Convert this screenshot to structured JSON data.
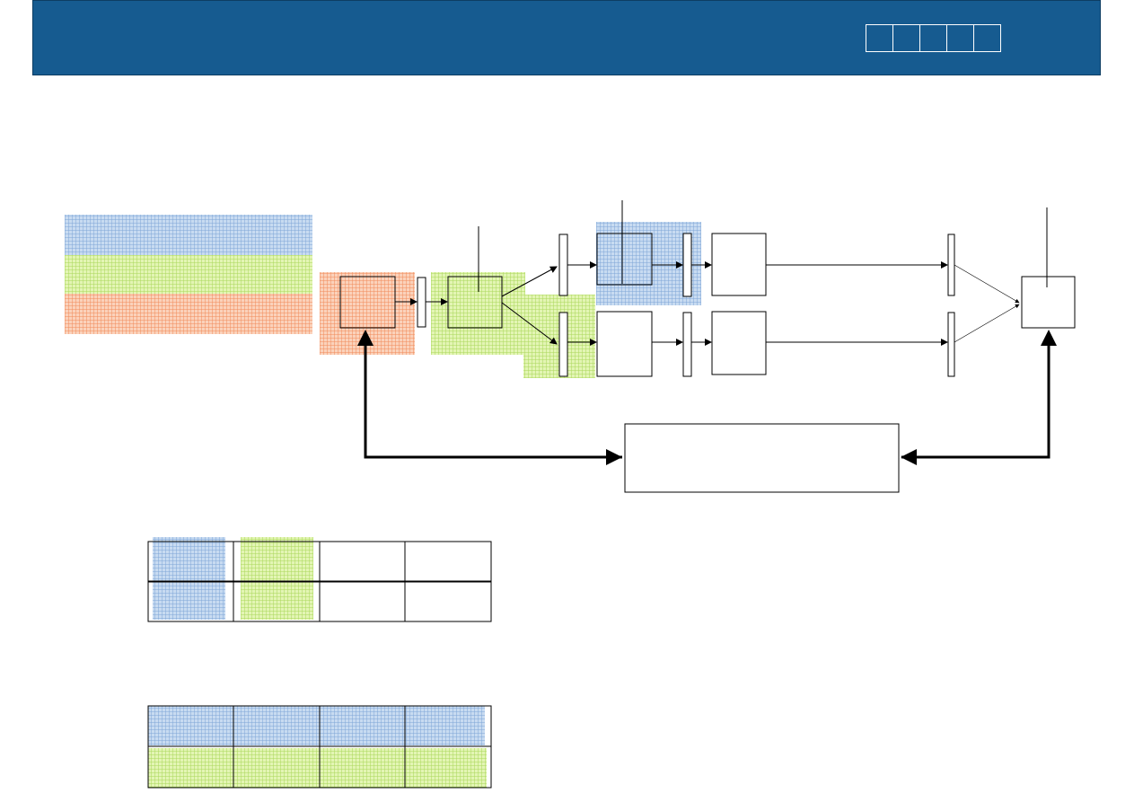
{
  "header": {
    "nav_boxes": [
      "",
      "",
      "",
      "",
      ""
    ]
  },
  "colors": {
    "header_bg": "#165b90",
    "blue_hatch": "#9dbde2",
    "green_hatch": "#c5e87a",
    "orange_hatch": "#f7a97f",
    "line": "#000000"
  },
  "diagram": {
    "legend": {
      "entries": [
        {
          "color": "blue",
          "label": ""
        },
        {
          "color": "green",
          "label": ""
        },
        {
          "color": "orange",
          "label": ""
        }
      ]
    },
    "blocks": {
      "source": "",
      "stage_a": "",
      "splitter": "",
      "upper_process": "",
      "lower_process": "",
      "upper_unit": "",
      "lower_unit": "",
      "combiner": "",
      "controller": ""
    }
  },
  "table_top": {
    "rows": [
      [
        "",
        "",
        "",
        ""
      ],
      [
        "",
        "",
        "",
        ""
      ]
    ]
  },
  "table_bottom": {
    "rows": [
      [
        "",
        "",
        "",
        ""
      ],
      [
        "",
        "",
        "",
        ""
      ]
    ]
  }
}
